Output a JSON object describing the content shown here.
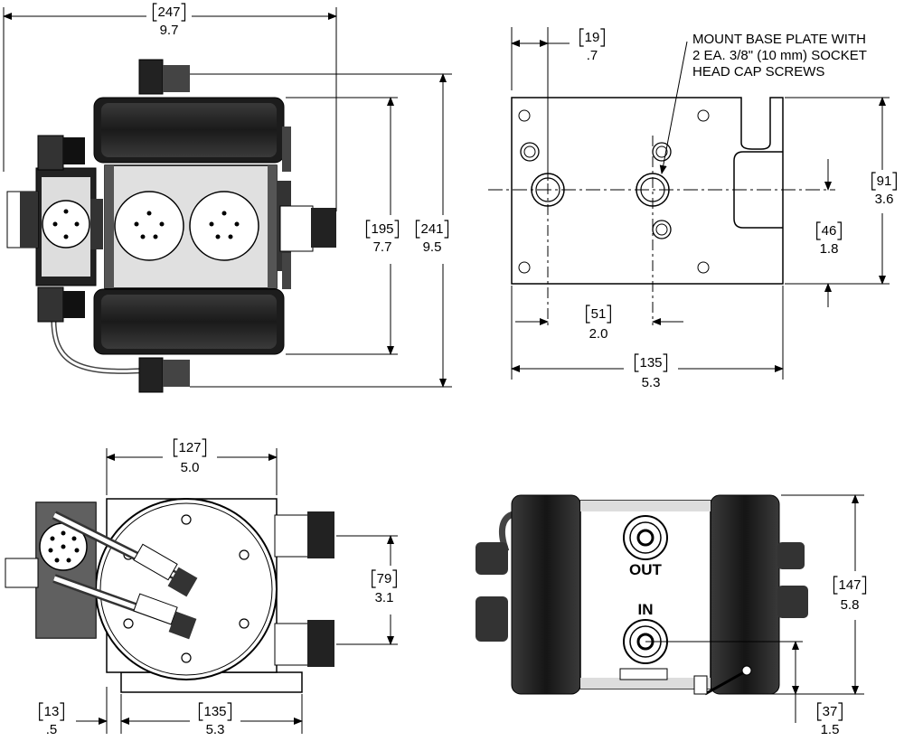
{
  "dimensions": {
    "top_width": {
      "mm": "247",
      "in": "9.7"
    },
    "top_height_inner": {
      "mm": "195",
      "in": "7.7"
    },
    "top_height_outer": {
      "mm": "241",
      "in": "9.5"
    },
    "plate_edge": {
      "mm": "19",
      "in": ".7"
    },
    "plate_height": {
      "mm": "91",
      "in": "3.6"
    },
    "plate_half": {
      "mm": "46",
      "in": "1.8"
    },
    "plate_hole": {
      "mm": "51",
      "in": "2.0"
    },
    "plate_width": {
      "mm": "135",
      "in": "5.3"
    },
    "front_width": {
      "mm": "127",
      "in": "5.0"
    },
    "front_ports": {
      "mm": "79",
      "in": "3.1"
    },
    "front_offset": {
      "mm": "13",
      "in": ".5"
    },
    "front_base": {
      "mm": "135",
      "in": "5.3"
    },
    "side_height": {
      "mm": "147",
      "in": "5.8"
    },
    "side_in_port": {
      "mm": "37",
      "in": "1.5"
    }
  },
  "note": {
    "line1": "MOUNT BASE PLATE WITH",
    "line2": "2 EA. 3/8\" (10 mm) SOCKET",
    "line3": "HEAD CAP SCREWS"
  },
  "port_labels": {
    "out": "OUT",
    "in": "IN"
  }
}
